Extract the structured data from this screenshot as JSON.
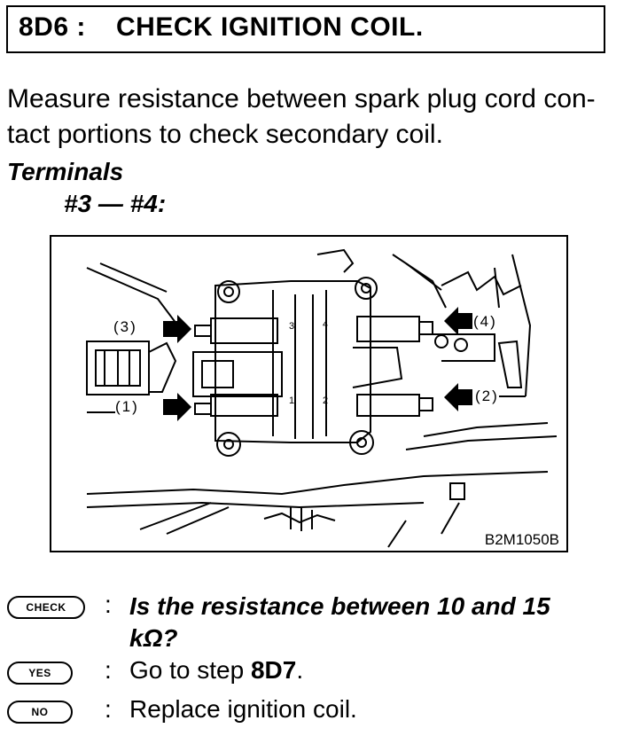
{
  "header": {
    "step_code": "8D6 :",
    "title": "CHECK IGNITION COIL."
  },
  "instruction": "Measure resistance between spark plug cord con-tact portions to check secondary coil.",
  "terminals": {
    "heading": "Terminals",
    "pair": "#3 — #4:"
  },
  "figure": {
    "id": "B2M1050B",
    "callouts": [
      "(3)",
      "(4)",
      "(1)",
      "(2)"
    ],
    "coil_marks": [
      "3",
      "4",
      "1",
      "2"
    ]
  },
  "qa": {
    "check": {
      "badge": "CHECK",
      "colon": ":",
      "question_line1": "Is the resistance between 10 and 15",
      "question_line2": "kΩ?"
    },
    "yes": {
      "badge": "YES",
      "colon": ":",
      "text_prefix": "Go to step ",
      "step": "8D7",
      "text_suffix": "."
    },
    "no": {
      "badge": "NO",
      "colon": ":",
      "text": "Replace ignition coil."
    }
  }
}
